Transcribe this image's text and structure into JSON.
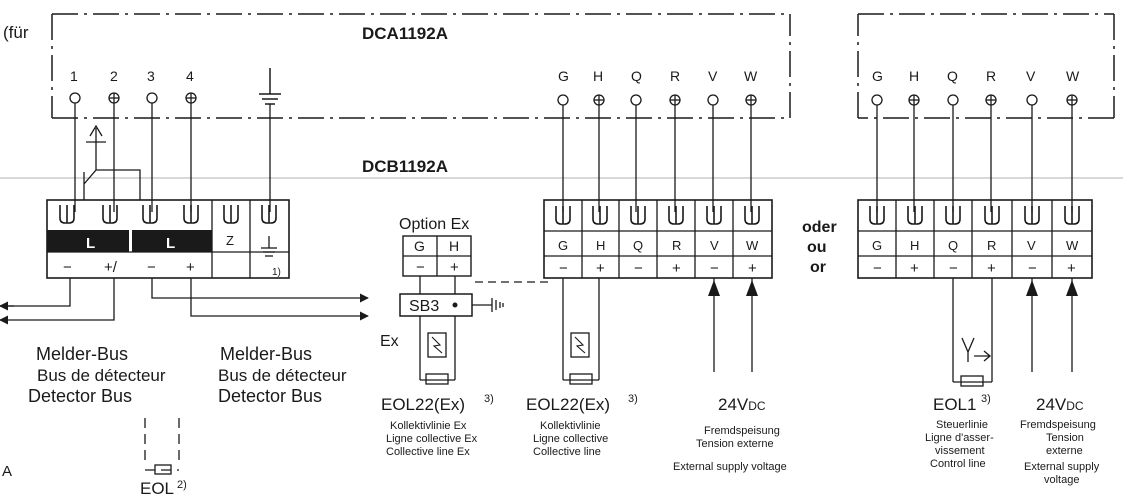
{
  "header_left": "(für",
  "top_module": "DCA1192A",
  "base_module": "DCB1192A",
  "top_left_terminals": [
    "1",
    "2",
    "3",
    "4"
  ],
  "top_right_terminals": [
    "G",
    "H",
    "Q",
    "R",
    "V",
    "W"
  ],
  "left_block": {
    "loop_label": "L",
    "z_label": "Z",
    "signs": [
      "−",
      "+/",
      "−",
      "+"
    ],
    "footnote": "1)"
  },
  "option_ex": {
    "title": "Option Ex",
    "terminals": [
      "G",
      "H"
    ],
    "signs": [
      "−",
      "+"
    ],
    "barrier": "SB3",
    "ex_label": "Ex",
    "eol": "EOL22(Ex)",
    "eol_note": "3)",
    "desc": [
      "Kollektivlinie Ex",
      "Ligne collective Ex",
      "Collective line Ex"
    ]
  },
  "middle_block": {
    "terminals": [
      "G",
      "H",
      "Q",
      "R",
      "V",
      "W"
    ],
    "signs": [
      "−",
      "+",
      "−",
      "+",
      "−",
      "+"
    ],
    "eol": "EOL22(Ex)",
    "eol_note": "3)",
    "eol_desc": [
      "Kollektivlinie",
      "Ligne collective",
      "Collective line"
    ],
    "supply_main": "24V",
    "supply_sub": "DC",
    "supply_desc": [
      "Fremdspeisung",
      "Tension externe",
      "External supply voltage"
    ]
  },
  "or_words": [
    "oder",
    "ou",
    "or"
  ],
  "right_block": {
    "terminals": [
      "G",
      "H",
      "Q",
      "R",
      "V",
      "W"
    ],
    "signs": [
      "−",
      "+",
      "−",
      "+",
      "−",
      "+"
    ],
    "eol": "EOL1",
    "eol_note": "3)",
    "eol_desc": [
      "Steuerlinie",
      "Ligne d'asser-",
      "vissement",
      "Control line"
    ],
    "supply_main": "24V",
    "supply_sub": "DC",
    "supply_desc": [
      "Fremdspeisung",
      "Tension",
      "externe",
      "External supply",
      "voltage"
    ]
  },
  "bus_left": [
    "Melder-Bus",
    "Bus de détecteur",
    "Detector Bus"
  ],
  "bus_right": [
    "Melder-Bus",
    "Bus de détecteur",
    "Detector Bus"
  ],
  "eol_bottom": "EOL",
  "eol_bottom_note": "2)",
  "margin_letter": "A"
}
